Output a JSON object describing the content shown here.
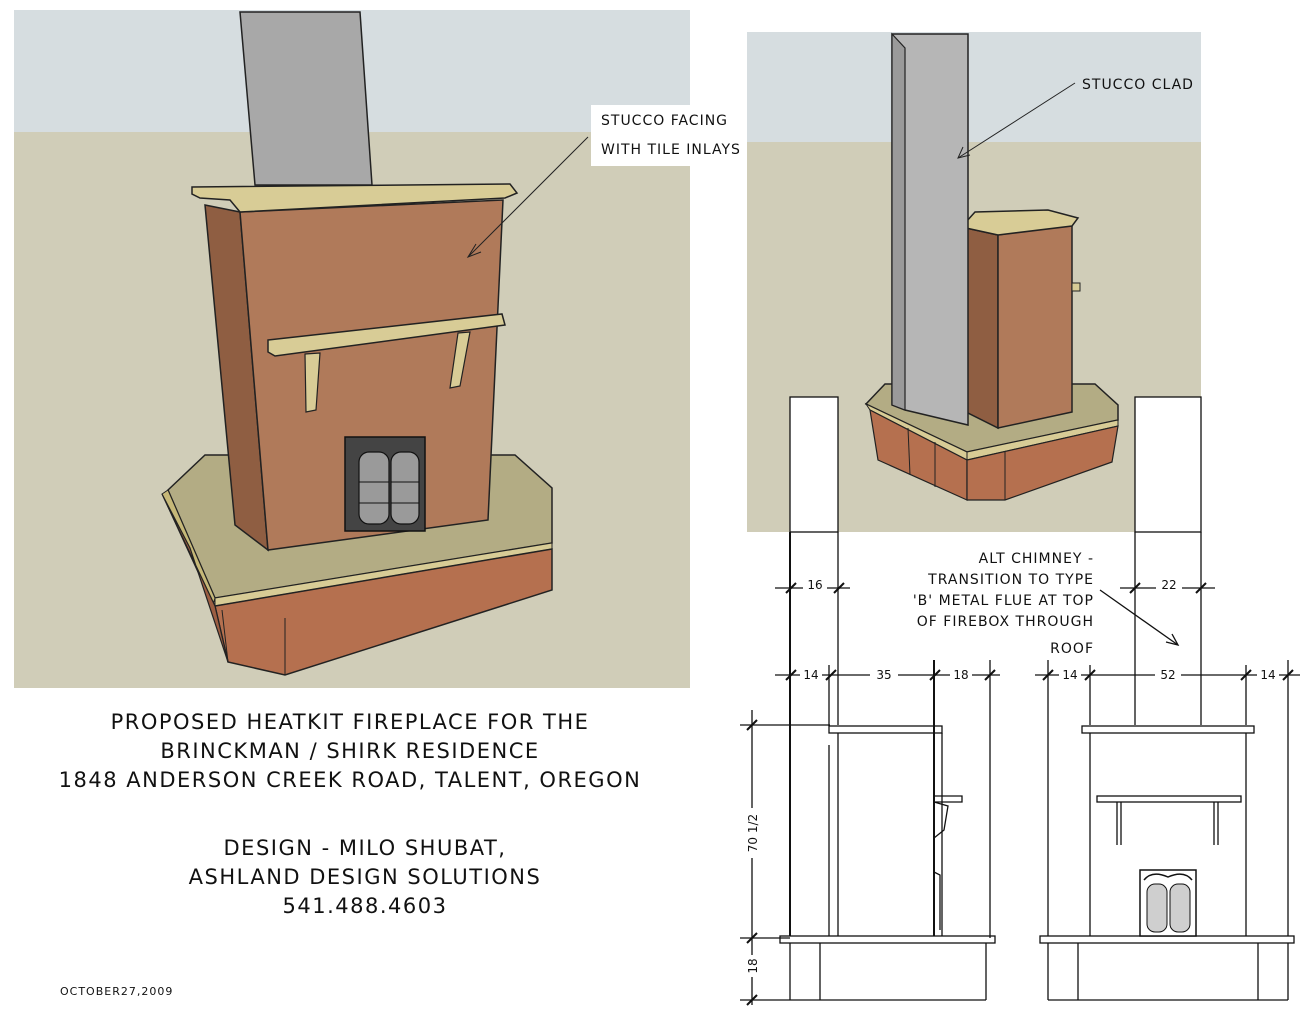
{
  "title_block": {
    "lines": [
      "PROPOSED HEATKIT FIREPLACE FOR THE",
      "BRINCKMAN / SHIRK RESIDENCE",
      "1848 ANDERSON CREEK ROAD, TALENT, OREGON"
    ],
    "credits": [
      "DESIGN - MILO SHUBAT,",
      "ASHLAND DESIGN SOLUTIONS",
      "541.488.4603"
    ],
    "date": "OCTOBER27,2009"
  },
  "annotations": {
    "stucco_facing": [
      "STUCCO FACING",
      "WITH TILE INLAYS"
    ],
    "stucco_clad": "STUCCO CLAD",
    "alt_chimney": [
      "ALT CHIMNEY -",
      "TRANSITION TO TYPE",
      "'B' METAL FLUE AT TOP",
      "OF FIREBOX THROUGH",
      "ROOF"
    ]
  },
  "dimensions": {
    "side_chimney_width": "16",
    "side_left": "14",
    "side_middle": "35",
    "side_right": "18",
    "side_height": "70 1/2",
    "side_base": "18",
    "front_chimney_width": "22",
    "front_left": "14",
    "front_middle": "52",
    "front_right": "14"
  },
  "colors": {
    "stucco": "#b07a5a",
    "stucco_dark": "#8f5e42",
    "hearth": "#b5ae86",
    "shelf": "#d8cc96",
    "chimney": "#a9a9a9",
    "sky": "#d3dcdf",
    "ground": "#d0cdb8"
  }
}
